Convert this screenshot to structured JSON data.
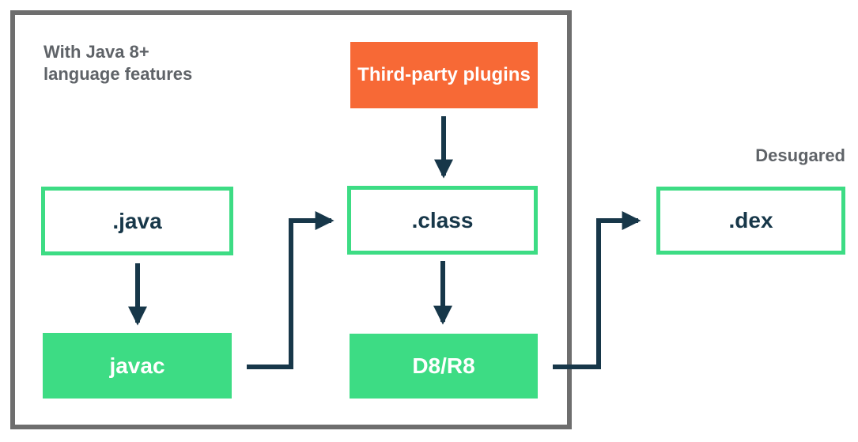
{
  "colors": {
    "green": "#3DDC84",
    "orange": "#F76936",
    "navy": "#173749",
    "border-gray": "#6E6E6E",
    "text-gray": "#5F6368",
    "bg": "#FFFFFF"
  },
  "diagram": {
    "caption_top_left": {
      "line1": "With Java 8+",
      "line2": "language features"
    },
    "caption_right": "Desugared",
    "nodes": {
      "plugins": {
        "label": "Third-party plugins",
        "kind": "input",
        "color": "orange"
      },
      "java": {
        "label": ".java",
        "kind": "file",
        "color": "green-outline"
      },
      "javac": {
        "label": "javac",
        "kind": "tool",
        "color": "green-fill"
      },
      "class": {
        "label": ".class",
        "kind": "file",
        "color": "green-outline"
      },
      "d8r8": {
        "label": "D8/R8",
        "kind": "tool",
        "color": "green-fill"
      },
      "dex": {
        "label": ".dex",
        "kind": "file",
        "color": "green-outline"
      }
    },
    "edges": [
      {
        "from": "plugins",
        "to": "class"
      },
      {
        "from": "java",
        "to": "javac"
      },
      {
        "from": "javac",
        "to": "class"
      },
      {
        "from": "class",
        "to": "d8r8"
      },
      {
        "from": "d8r8",
        "to": "dex"
      }
    ]
  }
}
